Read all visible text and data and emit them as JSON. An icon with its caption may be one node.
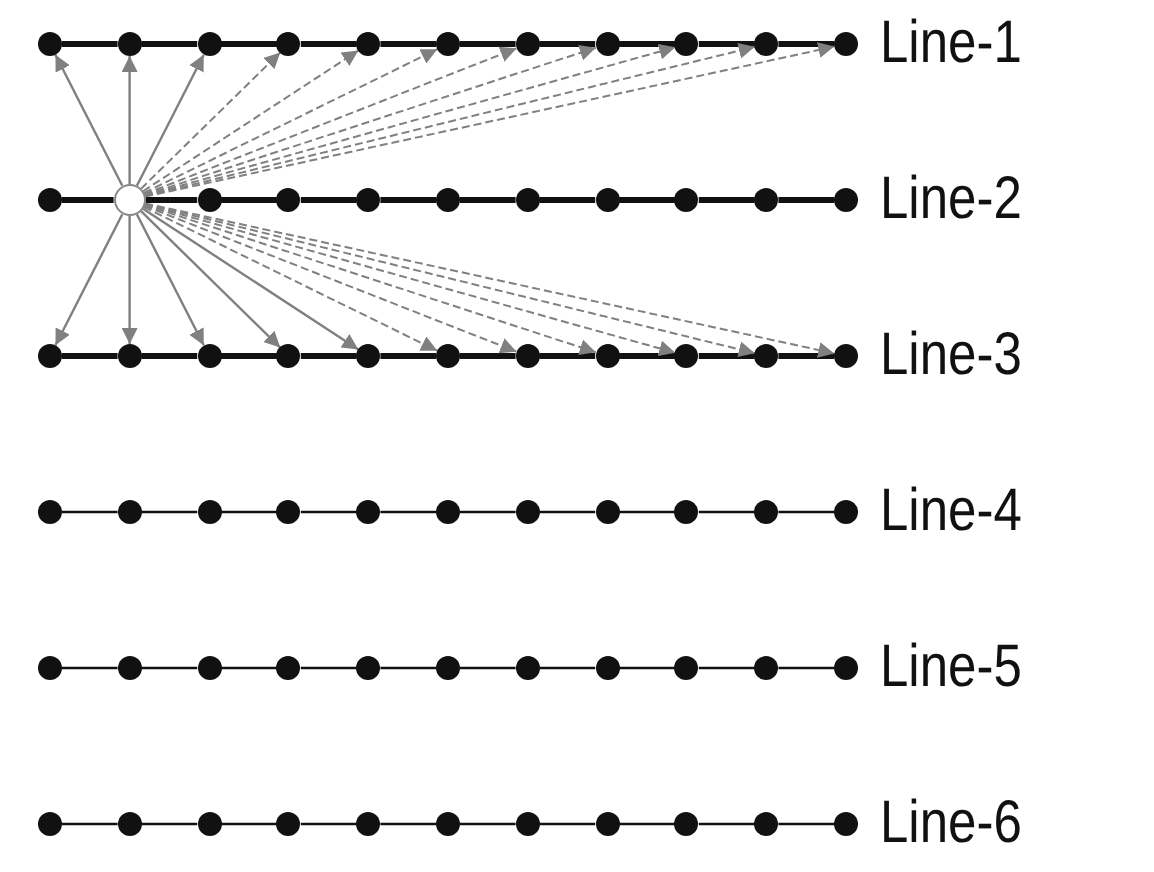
{
  "diagram": {
    "nodes": [
      {
        "text": [],
        "shape": "circle"
      },
      {
        "text": [],
        "shape": "circle"
      },
      {
        "text": [],
        "shape": "circle"
      },
      {
        "text": [],
        "shape": "circle"
      },
      {
        "text": [],
        "shape": "circle"
      },
      {
        "text": [],
        "shape": "circle"
      },
      {
        "text": [],
        "shape": "circle"
      },
      {
        "text": [],
        "shape": "circle"
      },
      {
        "text": [],
        "shape": "circle"
      },
      {
        "text": [],
        "shape": "circle"
      },
      {
        "text": [],
        "shape": "circle"
      },
      {
        "text": [],
        "shape": "circle"
      },
      {
        "text": [],
        "shape": "circle"
      },
      {
        "text": [],
        "shape": "circle"
      },
      {
        "text": [],
        "shape": "circle"
      },
      {
        "text": [],
        "shape": "circle"
      },
      {
        "text": [],
        "shape": "circle"
      },
      {
        "text": [],
        "shape": "circle"
      },
      {
        "text": [],
        "shape": "circle"
      },
      {
        "text": [],
        "shape": "circle"
      },
      {
        "text": [],
        "shape": "circle"
      },
      {
        "text": [],
        "shape": "circle"
      },
      {
        "text": [],
        "shape": "circle"
      },
      {
        "text": [],
        "shape": "circle"
      },
      {
        "text": [],
        "shape": "circle"
      },
      {
        "text": [],
        "shape": "circle"
      },
      {
        "text": [],
        "shape": "circle"
      },
      {
        "text": [],
        "shape": "circle"
      },
      {
        "text": [],
        "shape": "circle"
      },
      {
        "text": [],
        "shape": "circle"
      },
      {
        "text": [],
        "shape": "circle"
      },
      {
        "text": [],
        "shape": "circle"
      },
      {
        "text": [],
        "shape": "circle"
      },
      {
        "text": [],
        "shape": "circle"
      },
      {
        "text": [],
        "shape": "circle"
      },
      {
        "text": [],
        "shape": "circle"
      },
      {
        "text": [],
        "shape": "circle"
      },
      {
        "text": [],
        "shape": "circle"
      },
      {
        "text": [],
        "shape": "circle"
      },
      {
        "text": [],
        "shape": "circle"
      },
      {
        "text": [],
        "shape": "circle"
      },
      {
        "text": [],
        "shape": "circle"
      },
      {
        "text": [],
        "shape": "circle"
      },
      {
        "text": [],
        "shape": "circle"
      },
      {
        "text": [],
        "shape": "circle"
      },
      {
        "text": [],
        "shape": "circle"
      },
      {
        "text": [],
        "shape": "circle"
      },
      {
        "text": [],
        "shape": "circle"
      },
      {
        "text": [],
        "shape": "circle"
      },
      {
        "text": [],
        "shape": "circle"
      },
      {
        "text": [],
        "shape": "circle"
      },
      {
        "text": [],
        "shape": "circle"
      },
      {
        "text": [],
        "shape": "circle"
      },
      {
        "text": [],
        "shape": "circle"
      },
      {
        "text": [],
        "shape": "circle"
      },
      {
        "text": [],
        "shape": "circle"
      },
      {
        "text": [],
        "shape": "circle"
      },
      {
        "text": [],
        "shape": "circle"
      },
      {
        "text": [],
        "shape": "circle"
      },
      {
        "text": [],
        "shape": "circle"
      },
      {
        "text": [],
        "shape": "circle"
      },
      {
        "text": [],
        "shape": "circle"
      },
      {
        "text": [],
        "shape": "circle"
      },
      {
        "text": [],
        "shape": "circle"
      },
      {
        "text": [],
        "shape": "circle"
      },
      {
        "text": [],
        "shape": "circle"
      }
    ],
    "edges": [
      {
        "from": 0,
        "to": 1,
        "arrow": "none",
        "style": "thick"
      },
      {
        "from": 1,
        "to": 2,
        "arrow": "none",
        "style": "thick"
      },
      {
        "from": 2,
        "to": 3,
        "arrow": "none",
        "style": "thick"
      },
      {
        "from": 3,
        "to": 4,
        "arrow": "none",
        "style": "thick"
      },
      {
        "from": 4,
        "to": 5,
        "arrow": "none",
        "style": "thick"
      },
      {
        "from": 5,
        "to": 6,
        "arrow": "none",
        "style": "thick"
      },
      {
        "from": 6,
        "to": 7,
        "arrow": "none",
        "style": "thick"
      },
      {
        "from": 7,
        "to": 8,
        "arrow": "none",
        "style": "thick"
      },
      {
        "from": 8,
        "to": 9,
        "arrow": "none",
        "style": "thick"
      },
      {
        "from": 9,
        "to": 10,
        "arrow": "none",
        "style": "thick"
      },
      {
        "from": 11,
        "to": 12,
        "arrow": "none",
        "style": "thick"
      },
      {
        "from": 12,
        "to": 13,
        "arrow": "none",
        "style": "thick"
      },
      {
        "from": 13,
        "to": 14,
        "arrow": "none",
        "style": "thick"
      },
      {
        "from": 14,
        "to": 15,
        "arrow": "none",
        "style": "thick"
      },
      {
        "from": 15,
        "to": 16,
        "arrow": "none",
        "style": "thick"
      },
      {
        "from": 16,
        "to": 17,
        "arrow": "none",
        "style": "thick"
      },
      {
        "from": 17,
        "to": 18,
        "arrow": "none",
        "style": "thick"
      },
      {
        "from": 18,
        "to": 19,
        "arrow": "none",
        "style": "thick"
      },
      {
        "from": 19,
        "to": 20,
        "arrow": "none",
        "style": "thick"
      },
      {
        "from": 20,
        "to": 21,
        "arrow": "none",
        "style": "thick"
      },
      {
        "from": 22,
        "to": 23,
        "arrow": "none",
        "style": "thick"
      },
      {
        "from": 23,
        "to": 24,
        "arrow": "none",
        "style": "thick"
      },
      {
        "from": 24,
        "to": 25,
        "arrow": "none",
        "style": "thick"
      },
      {
        "from": 25,
        "to": 26,
        "arrow": "none",
        "style": "thick"
      },
      {
        "from": 26,
        "to": 27,
        "arrow": "none",
        "style": "thick"
      },
      {
        "from": 27,
        "to": 28,
        "arrow": "none",
        "style": "thick"
      },
      {
        "from": 28,
        "to": 29,
        "arrow": "none",
        "style": "thick"
      },
      {
        "from": 29,
        "to": 30,
        "arrow": "none",
        "style": "thick"
      },
      {
        "from": 30,
        "to": 31,
        "arrow": "none",
        "style": "thick"
      },
      {
        "from": 31,
        "to": 32,
        "arrow": "none",
        "style": "thick"
      },
      {
        "from": 33,
        "to": 34,
        "arrow": "none"
      },
      {
        "from": 34,
        "to": 35,
        "arrow": "none"
      },
      {
        "from": 35,
        "to": 36,
        "arrow": "none"
      },
      {
        "from": 36,
        "to": 37,
        "arrow": "none"
      },
      {
        "from": 37,
        "to": 38,
        "arrow": "none"
      },
      {
        "from": 38,
        "to": 39,
        "arrow": "none"
      },
      {
        "from": 39,
        "to": 40,
        "arrow": "none"
      },
      {
        "from": 40,
        "to": 41,
        "arrow": "none"
      },
      {
        "from": 41,
        "to": 42,
        "arrow": "none"
      },
      {
        "from": 42,
        "to": 43,
        "arrow": "none"
      },
      {
        "from": 44,
        "to": 45,
        "arrow": "none"
      },
      {
        "from": 45,
        "to": 46,
        "arrow": "none"
      },
      {
        "from": 46,
        "to": 47,
        "arrow": "none"
      },
      {
        "from": 47,
        "to": 48,
        "arrow": "none"
      },
      {
        "from": 48,
        "to": 49,
        "arrow": "none"
      },
      {
        "from": 49,
        "to": 50,
        "arrow": "none"
      },
      {
        "from": 50,
        "to": 51,
        "arrow": "none"
      },
      {
        "from": 51,
        "to": 52,
        "arrow": "none"
      },
      {
        "from": 52,
        "to": 53,
        "arrow": "none"
      },
      {
        "from": 53,
        "to": 54,
        "arrow": "none"
      },
      {
        "from": 55,
        "to": 56,
        "arrow": "none"
      },
      {
        "from": 56,
        "to": 57,
        "arrow": "none"
      },
      {
        "from": 57,
        "to": 58,
        "arrow": "none"
      },
      {
        "from": 58,
        "to": 59,
        "arrow": "none"
      },
      {
        "from": 59,
        "to": 60,
        "arrow": "none"
      },
      {
        "from": 60,
        "to": 61,
        "arrow": "none"
      },
      {
        "from": 61,
        "to": 62,
        "arrow": "none"
      },
      {
        "from": 62,
        "to": 63,
        "arrow": "none"
      },
      {
        "from": 63,
        "to": 64,
        "arrow": "none"
      },
      {
        "from": 64,
        "to": 65,
        "arrow": "none"
      },
      {
        "from": 12,
        "to": 0,
        "arrow": "to",
        "color": "#808080"
      },
      {
        "from": 12,
        "to": 1,
        "arrow": "to",
        "color": "#808080"
      },
      {
        "from": 12,
        "to": 2,
        "arrow": "to",
        "color": "#808080"
      },
      {
        "from": 12,
        "to": 3,
        "arrow": "to",
        "color": "#808080",
        "style": "dashed"
      },
      {
        "from": 12,
        "to": 4,
        "arrow": "to",
        "color": "#808080",
        "style": "dashed"
      },
      {
        "from": 12,
        "to": 5,
        "arrow": "to",
        "color": "#808080",
        "style": "dashed"
      },
      {
        "from": 12,
        "to": 6,
        "arrow": "to",
        "color": "#808080",
        "style": "dashed"
      },
      {
        "from": 12,
        "to": 7,
        "arrow": "to",
        "color": "#808080",
        "style": "dashed"
      },
      {
        "from": 12,
        "to": 8,
        "arrow": "to",
        "color": "#808080",
        "style": "dashed"
      },
      {
        "from": 12,
        "to": 9,
        "arrow": "to",
        "color": "#808080",
        "style": "dashed"
      },
      {
        "from": 12,
        "to": 10,
        "arrow": "to",
        "color": "#808080",
        "style": "dashed"
      },
      {
        "from": 12,
        "to": 22,
        "arrow": "to",
        "color": "#808080"
      },
      {
        "from": 12,
        "to": 23,
        "arrow": "to",
        "color": "#808080"
      },
      {
        "from": 12,
        "to": 24,
        "arrow": "to",
        "color": "#808080"
      },
      {
        "from": 12,
        "to": 25,
        "arrow": "to",
        "color": "#808080"
      },
      {
        "from": 12,
        "to": 26,
        "arrow": "to",
        "color": "#808080"
      },
      {
        "from": 12,
        "to": 27,
        "arrow": "to",
        "color": "#808080",
        "style": "dashed"
      },
      {
        "from": 12,
        "to": 28,
        "arrow": "to",
        "color": "#808080",
        "style": "dashed"
      },
      {
        "from": 12,
        "to": 29,
        "arrow": "to",
        "color": "#808080",
        "style": "dashed"
      },
      {
        "from": 12,
        "to": 30,
        "arrow": "to",
        "color": "#808080",
        "style": "dashed"
      },
      {
        "from": 12,
        "to": 31,
        "arrow": "to",
        "color": "#808080",
        "style": "dashed"
      },
      {
        "from": 12,
        "to": 32,
        "arrow": "to",
        "color": "#808080",
        "style": "dashed"
      }
    ],
    "labels": [
      "Line-1",
      "Line-2",
      "Line-3",
      "Line-4",
      "Line-5",
      "Line-6"
    ]
  }
}
